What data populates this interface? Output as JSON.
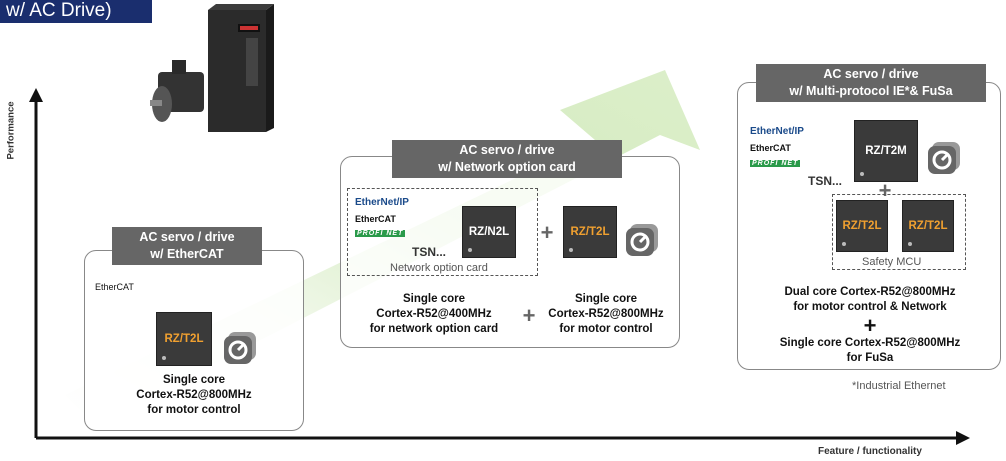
{
  "page_title": "w/ AC Drive)",
  "axes": {
    "y_label": "Performance",
    "x_label": "Feature / functionality"
  },
  "panel1": {
    "header": [
      "AC servo / drive",
      "w/ EtherCAT"
    ],
    "logo_ethercat": "EtherCAT",
    "chip": "RZ/T2L",
    "desc": [
      "Single core",
      "Cortex-R52@800MHz",
      "for motor control"
    ]
  },
  "panel2": {
    "header": [
      "AC servo / drive",
      "w/ Network option card"
    ],
    "logo_ethernetip": "EtherNet/IP",
    "logo_ethercat": "EtherCAT",
    "logo_profinet": "PROFI NET",
    "tsn": "TSN...",
    "chip_n2l": "RZ/N2L",
    "chip_t2l": "RZ/T2L",
    "option_card_label": "Network option card",
    "plus1": "+",
    "plus2": "+",
    "desc_left": [
      "Single core",
      "Cortex-R52@400MHz",
      "for network option card"
    ],
    "desc_right": [
      "Single core",
      "Cortex-R52@800MHz",
      "for motor control"
    ]
  },
  "panel3": {
    "header": [
      "AC servo / drive",
      "w/ Multi-protocol IE*& FuSa"
    ],
    "logo_ethernetip": "EtherNet/IP",
    "logo_ethercat": "EtherCAT",
    "logo_profinet": "PROFI NET",
    "tsn": "TSN...",
    "chip_t2m": "RZ/T2M",
    "chip_t2l_a": "RZ/T2L",
    "chip_t2l_b": "RZ/T2L",
    "safety_label": "Safety MCU",
    "plus1": "+",
    "plus2": "+",
    "desc_top": [
      "Dual core Cortex-R52@800MHz",
      "for motor control & Network"
    ],
    "desc_bottom": [
      "Single core Cortex-R52@800MHz",
      "for FuSa"
    ]
  },
  "footnote": "*Industrial Ethernet",
  "colors": {
    "title_bg": "#1a2e6e",
    "header_bg": "#666666",
    "chip_bg": "#3a3a3a",
    "chip_orange": "#f0a030",
    "arrow_green": "#cfe8b8"
  },
  "icons": [
    "servo-drive-photo",
    "motor-icon",
    "profinet-logo",
    "ethercat-logo"
  ]
}
